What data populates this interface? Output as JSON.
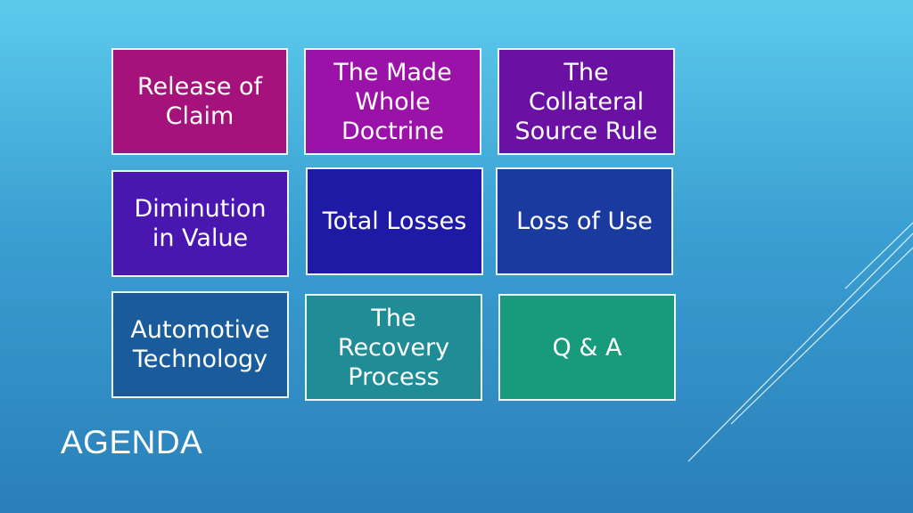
{
  "slide": {
    "title": "AGENDA",
    "tiles": [
      {
        "label": "Release of Claim",
        "color": "#a6127c"
      },
      {
        "label": "The Made Whole Doctrine",
        "color": "#9a12a8"
      },
      {
        "label": "The Collateral Source Rule",
        "color": "#6a11a4"
      },
      {
        "label": "Diminution in Value",
        "color": "#4a16b0"
      },
      {
        "label": "Total Losses",
        "color": "#1f1aa6"
      },
      {
        "label": "Loss of Use",
        "color": "#1a3aa0"
      },
      {
        "label": "Automotive Technology",
        "color": "#1a5b9c"
      },
      {
        "label": "The Recovery Process",
        "color": "#1f8c96"
      },
      {
        "label": "Q & A",
        "color": "#189a7c"
      }
    ]
  }
}
